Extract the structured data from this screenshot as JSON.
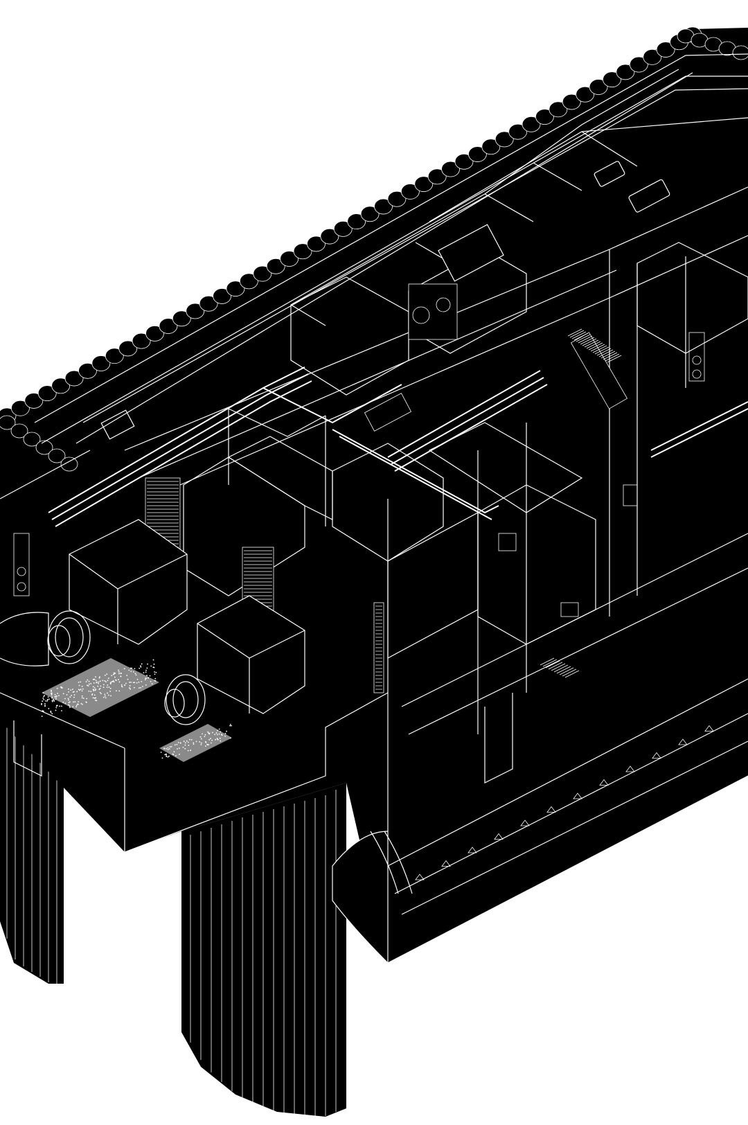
{
  "drawing": {
    "style": "isometric-cutaway",
    "palette": {
      "background": "#ffffff",
      "fill": "#000000",
      "line": "#ffffff"
    },
    "components": [
      "perimeter-piles",
      "main-slab",
      "equipment-rooms",
      "pipe-racks",
      "ventilation-louvers",
      "air-intake-fans",
      "gravel-beds",
      "stairs",
      "lower-tunnel",
      "transformer-units",
      "control-cabinets"
    ]
  }
}
